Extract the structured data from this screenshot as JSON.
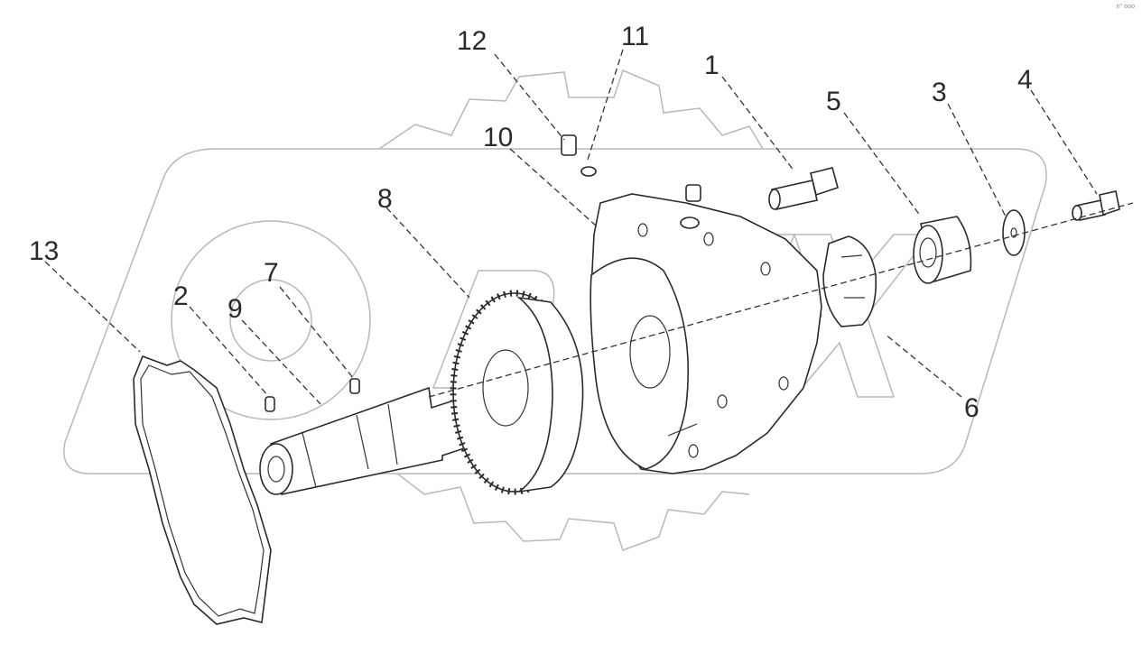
{
  "diagram": {
    "callouts": [
      "1",
      "2",
      "3",
      "4",
      "5",
      "6",
      "7",
      "8",
      "9",
      "10",
      "11",
      "12",
      "13"
    ],
    "watermark_text": "PGZX",
    "corner_mark": "n° ooo"
  },
  "colors": {
    "line": "#2a2a2a",
    "watermark": "#b8b8b8",
    "background": "#ffffff"
  }
}
